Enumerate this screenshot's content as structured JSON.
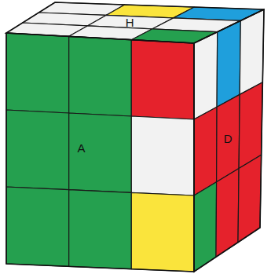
{
  "diagram": {
    "labels": [
      "H",
      "A",
      "D"
    ]
  }
}
